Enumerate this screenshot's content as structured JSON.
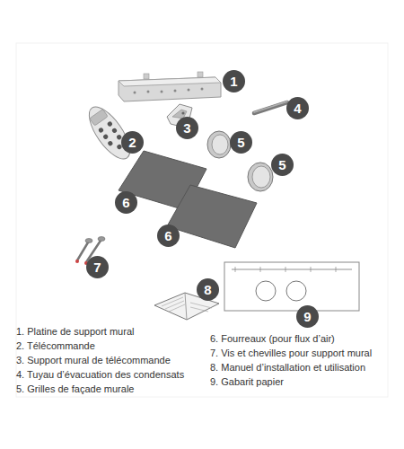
{
  "diagram": {
    "nodes": [
      {
        "text": [
          "1"
        ]
      },
      {
        "text": [
          "2"
        ]
      },
      {
        "text": [
          "3"
        ]
      },
      {
        "text": [
          "4"
        ]
      },
      {
        "text": [
          "5"
        ]
      },
      {
        "text": [
          "5"
        ]
      },
      {
        "text": [
          "6"
        ]
      },
      {
        "text": [
          "6"
        ]
      },
      {
        "text": [
          "7"
        ]
      },
      {
        "text": [
          "8"
        ]
      },
      {
        "text": [
          "9"
        ]
      }
    ],
    "labels": [
      "1. Platine de support mural",
      "2. Télécommande",
      "3. Support mural de télécommande",
      "4. Tuyau d’évacuation des condensats",
      "5. Grilles de façade murale",
      "6. Fourreaux (pour flux d’air)",
      "7. Vis et chevilles pour support mural",
      "8. Manuel d’installation et utilisation",
      "9. Gabarit papier"
    ]
  }
}
